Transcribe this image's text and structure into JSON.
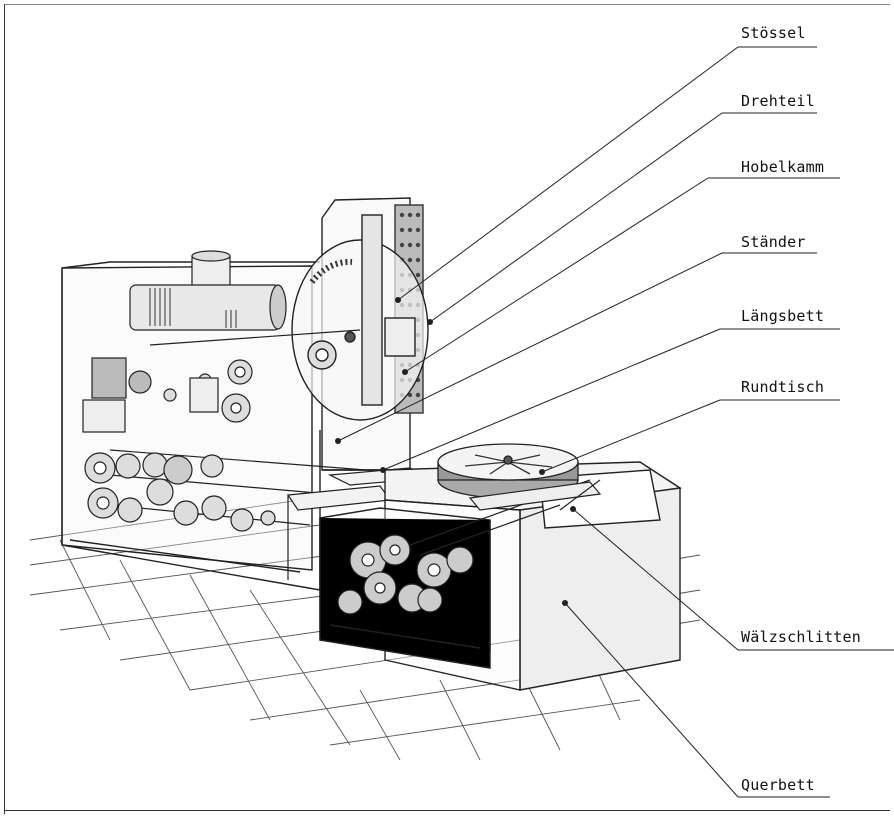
{
  "figure": {
    "labels": {
      "stoessel": "Stössel",
      "drehteil": "Drehteil",
      "hobelkamm": "Hobelkamm",
      "staender": "Ständer",
      "laengsbett": "Längsbett",
      "rundtisch": "Rundtisch",
      "waelzschlitten": "Wälzschlitten",
      "querbett": "Querbett"
    }
  }
}
